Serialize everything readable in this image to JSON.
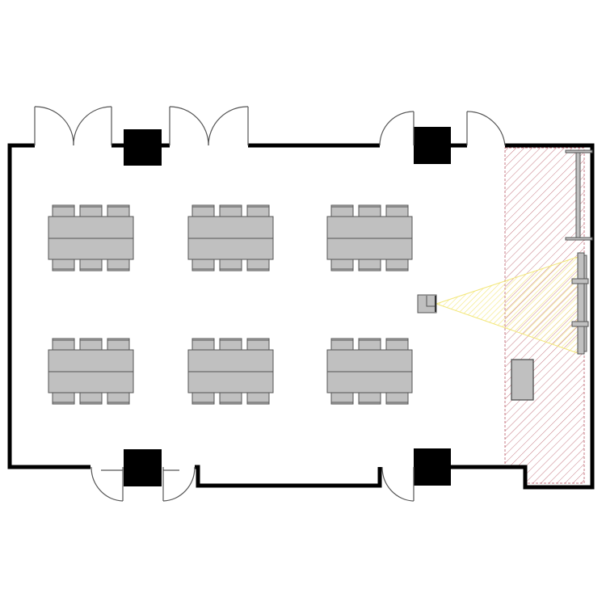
{
  "floor_plan": {
    "table_count": 6,
    "chairs_per_table": 6,
    "tables_per_row": 3,
    "table_rows": 2,
    "colors": {
      "wall": "#000000",
      "furniture": "#c0c0c0",
      "furniture_stroke": "#555555",
      "stage_hatch": "#c77b84",
      "projection_cone": "#f3e77a",
      "door_line": "#555555"
    }
  }
}
